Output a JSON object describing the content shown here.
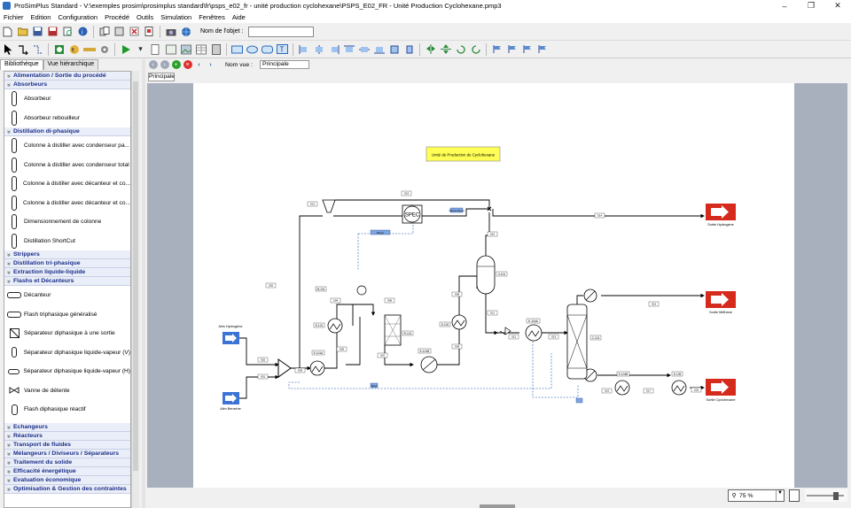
{
  "app": {
    "window_title": "ProSimPlus Standard - V:\\exemples prosim\\prosimplus standard\\fr\\psps_e02_fr - unité production cyclohexane\\PSPS_E02_FR - Unité Production Cyclohexane.pmp3"
  },
  "menu": [
    "Fichier",
    "Edition",
    "Configuration",
    "Procédé",
    "Outils",
    "Simulation",
    "Fenêtres",
    "Aide"
  ],
  "toolbar": {
    "object_name_label": "Nom de l'objet :",
    "object_name_value": ""
  },
  "side_tabs": [
    "Bibliothèque",
    "Vue hiérarchique"
  ],
  "library": {
    "categories_top": [
      {
        "label": "Alimentation / Sortie du procédé",
        "items": []
      },
      {
        "label": "Absorbeurs",
        "items": [
          "Absorbeur",
          "Absorbeur rebouilleur"
        ]
      },
      {
        "label": "Distillation di-phasique",
        "items": [
          "Colonne à distiller avec condenseur pa...",
          "Colonne à distiller avec condenseur total",
          "Colonne à distiller avec décanteur et co...",
          "Colonne à distiller avec décanteur et co...",
          "Dimensionnement de colonne",
          "Distillation ShortCut"
        ]
      },
      {
        "label": "Strippers",
        "items": []
      },
      {
        "label": "Distillation tri-phasique",
        "items": []
      },
      {
        "label": "Extraction liquide-liquide",
        "items": []
      },
      {
        "label": "Flashs et Décanteurs",
        "items": [
          "Décanteur",
          "Flash triphasique généralisé",
          "Séparateur diphasique à une sortie",
          "Séparateur diphasique liquide-vapeur (V)",
          "Séparateur diphasique liquide-vapeur (H)",
          "Vanne de détente",
          "Flash diphasique réactif"
        ]
      }
    ],
    "categories_bottom": [
      "Echangeurs",
      "Réacteurs",
      "Transport de fluides",
      "Mélangeurs / Diviseurs / Séparateurs",
      "Traitement du solide",
      "Efficacité énergétique",
      "Evaluation économique",
      "Optimisation & Gestion des contraintes"
    ]
  },
  "view": {
    "name_label": "Nom vue :",
    "name_value": "Principale",
    "tab": "Principale"
  },
  "flowsheet": {
    "title_box": "Unité de Production de Cyclohexane",
    "feeds": [
      {
        "label": "Alim Hydrogène"
      },
      {
        "label": "Alim Benzène"
      }
    ],
    "products": [
      {
        "label": "Sortie Hydrogène"
      },
      {
        "label": "Sortie Méthane"
      },
      {
        "label": "Sortie Cyclohexane"
      }
    ],
    "spec_label": "SPEC",
    "unit_tags": [
      "M-101",
      "E-101",
      "E-101A",
      "R-101",
      "E-101B",
      "E-102",
      "V-101",
      "E-104A",
      "C-101",
      "E-104B",
      "E-105"
    ],
    "stream_tags": [
      "S02",
      "S01",
      "S03",
      "S04",
      "S05",
      "S06",
      "S07",
      "S08",
      "S09",
      "S10",
      "S11",
      "S12",
      "S13",
      "S14",
      "S15",
      "S16",
      "S17",
      "S18",
      "S19",
      "S20",
      "S21"
    ],
    "info_labels": [
      "Recyc",
      "Dérivé Temp",
      "Spec"
    ]
  },
  "status": {
    "zoom": "75 %"
  },
  "colors": {
    "product_red": "#d62a1d",
    "feed_blue": "#3b74d6",
    "title_yellow": "#ffff55",
    "canvas_bg": "#a9b0bd",
    "nav_green": "#2aa02a",
    "nav_red": "#e03030",
    "nav_gray": "#a0a8b8"
  }
}
